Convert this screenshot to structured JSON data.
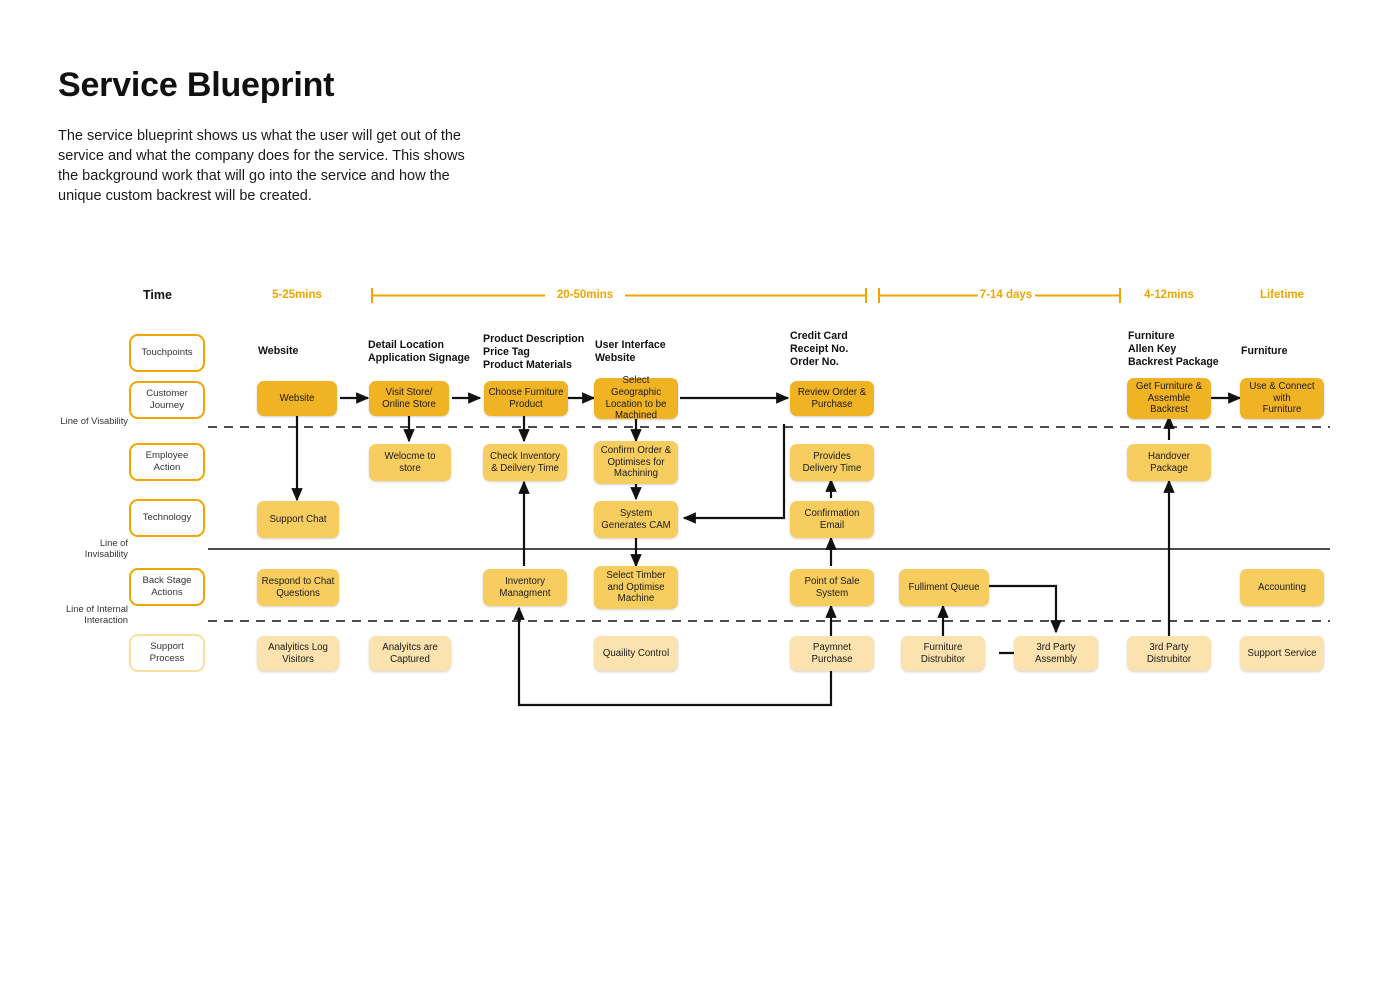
{
  "header": {
    "title": "Service Blueprint",
    "intro": "The service blueprint shows us what the user will get out of the service and what the company does for the service. This shows the background work that will go into the service and how the unique custom backrest will be created."
  },
  "timeline": {
    "row_label": "Time",
    "segments": [
      {
        "label": "5-25mins"
      },
      {
        "label": "20-50mins"
      },
      {
        "label": "7-14 days"
      },
      {
        "label": "4-12mins"
      },
      {
        "label": "Lifetime"
      }
    ]
  },
  "row_labels": [
    {
      "label": "Touchpoints"
    },
    {
      "label": "Customer\nJourney"
    },
    {
      "label": "Employee\nAction"
    },
    {
      "label": "Technology"
    },
    {
      "label": "Back Stage\nActions"
    },
    {
      "label": "Support\nProcess"
    }
  ],
  "lines": [
    {
      "label": "Line of\nVisability"
    },
    {
      "label": "Line of\nInvisability"
    },
    {
      "label": "Line of\nInternal\nInteraction"
    }
  ],
  "touchpoints": [
    {
      "label": "Website"
    },
    {
      "label": "Detail Location\nApplication Signage"
    },
    {
      "label": "Product Description\nPrice Tag\nProduct Materials"
    },
    {
      "label": "User Interface\nWebsite"
    },
    {
      "label": "Credit Card\nReceipt No.\nOrder No."
    },
    {
      "label": "Furniture\nAllen Key\nBackrest Package"
    },
    {
      "label": "Furniture"
    }
  ],
  "customer_journey": [
    {
      "label": "Website"
    },
    {
      "label": "Visit Store/\nOnline Store"
    },
    {
      "label": "Choose Furniture\nProduct"
    },
    {
      "label": "Select Geographic\nLocation to be\nMachined"
    },
    {
      "label": "Review Order &\nPurchase"
    },
    {
      "label": "Get Furniture &\nAssemble\nBackrest"
    },
    {
      "label": "Use & Connect\nwith\nFurniture"
    }
  ],
  "employee_action": [
    {
      "label": "Welocme to\nstore"
    },
    {
      "label": "Check Inventory\n& Deilvery Time"
    },
    {
      "label": "Confirm Order &\nOptimises for\nMachining"
    },
    {
      "label": "Provides\nDelivery Time"
    },
    {
      "label": "Handover\nPackage"
    }
  ],
  "technology": [
    {
      "label": "Support Chat"
    },
    {
      "label": "System\nGenerates CAM"
    },
    {
      "label": "Confirmation\nEmail"
    }
  ],
  "back_stage_actions": [
    {
      "label": "Respond to Chat\nQuestions"
    },
    {
      "label": "Inventory\nManagment"
    },
    {
      "label": "Select Timber\nand Optimise\nMachine"
    },
    {
      "label": "Point of Sale\nSystem"
    },
    {
      "label": "Fulliment Queue"
    },
    {
      "label": "Accounting"
    }
  ],
  "support_process": [
    {
      "label": "Analyitics Log\nVisitors"
    },
    {
      "label": "Analyitcs are\nCaptured"
    },
    {
      "label": "Quaility Control"
    },
    {
      "label": "Paymnet\nPurchase"
    },
    {
      "label": "Furniture\nDistrubitor"
    },
    {
      "label": "3rd Party\nAssembly"
    },
    {
      "label": "3rd Party\nDistrubitor"
    },
    {
      "label": "Support Service"
    }
  ],
  "colors": {
    "accent": "#f0a500",
    "box_dark": "#f0b323",
    "box_mid": "#f7cd5f",
    "box_light": "#fbe2ae",
    "text": "#1a1a1a"
  }
}
